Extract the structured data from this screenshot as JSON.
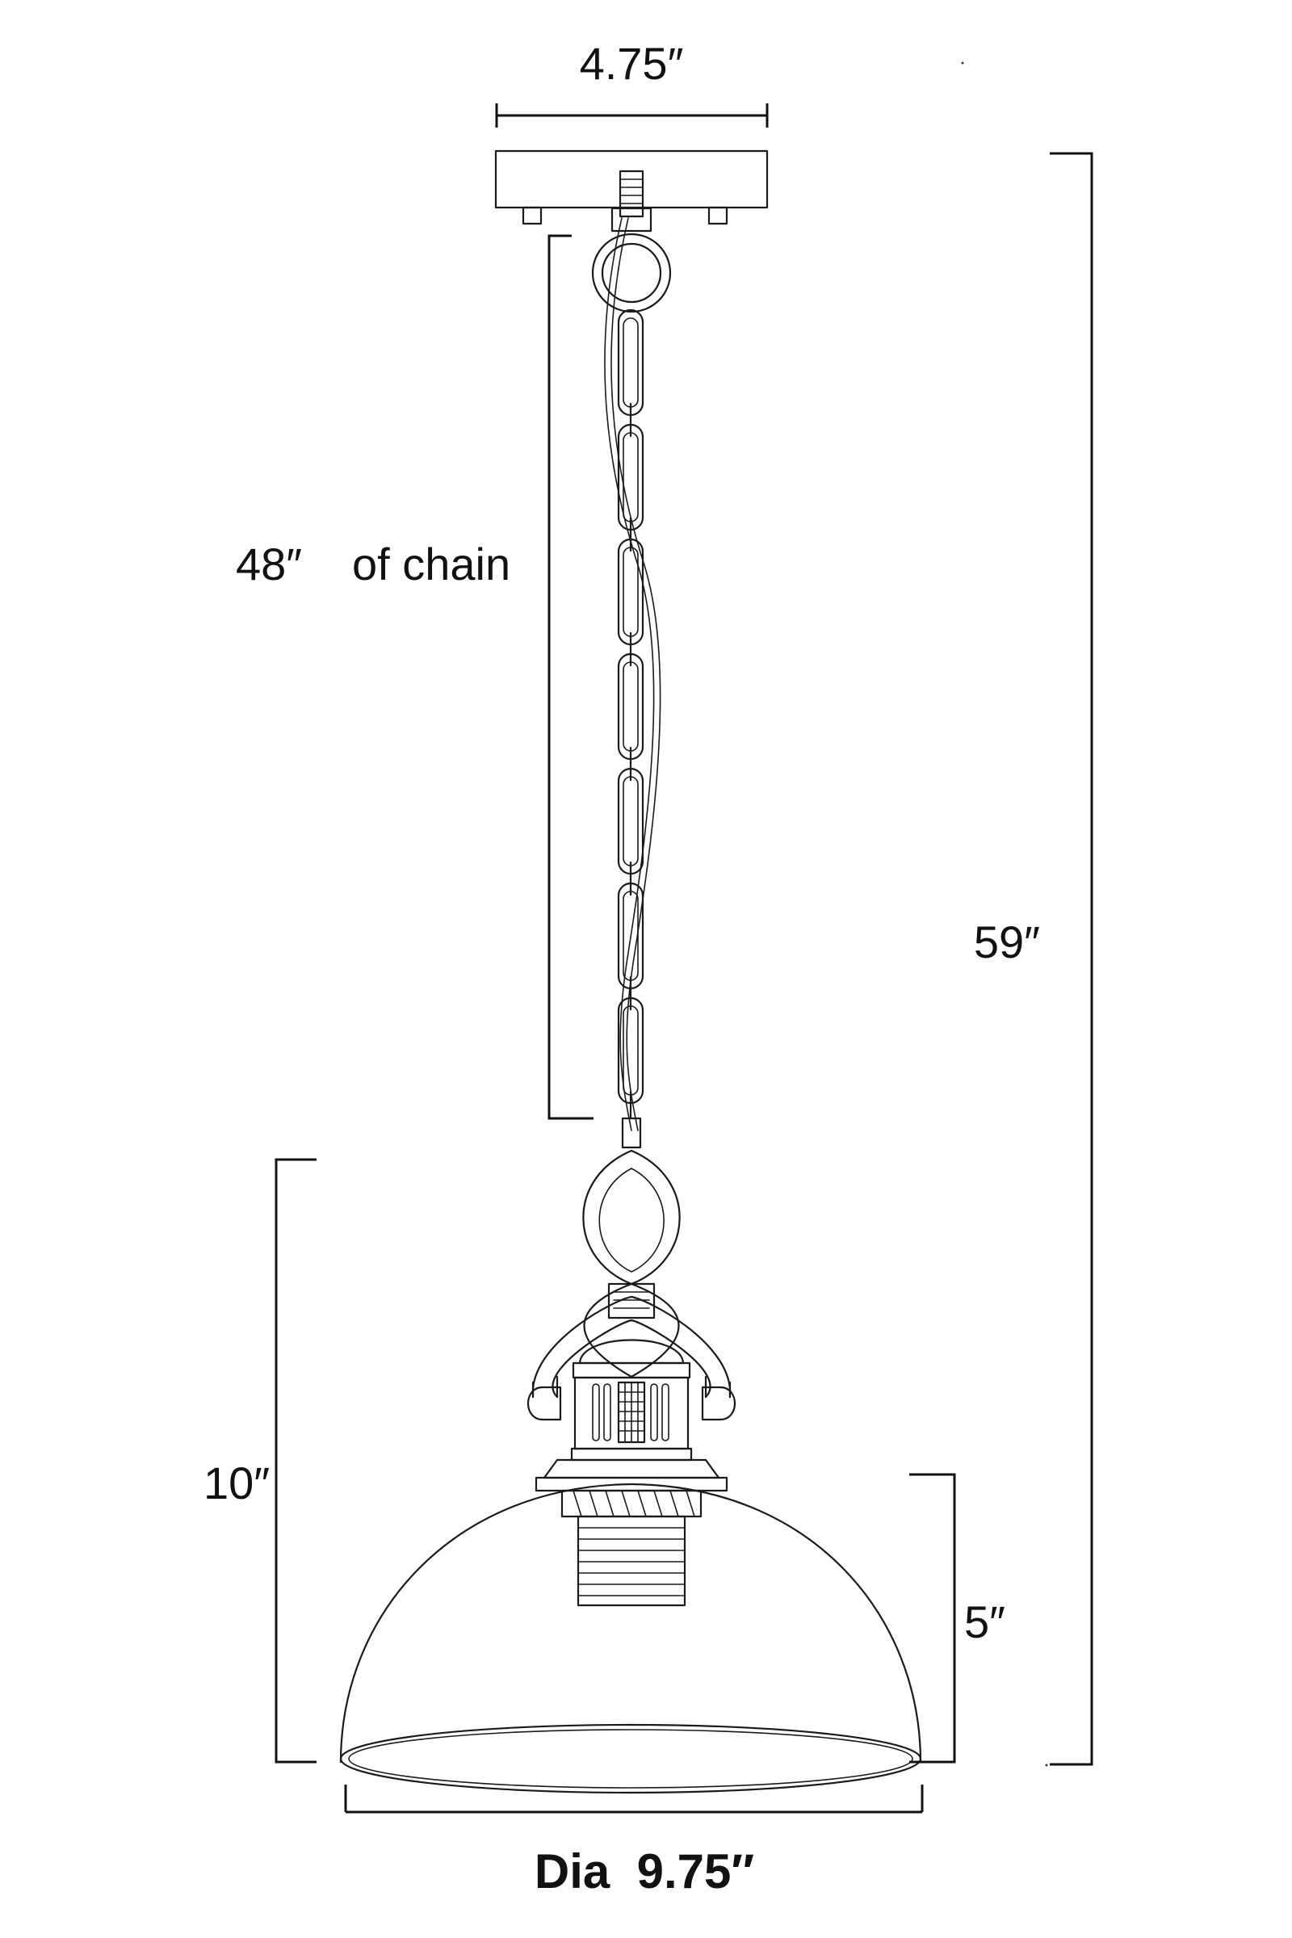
{
  "dimensions": {
    "canopy_width": "4.75″",
    "chain_length_value": "48″",
    "chain_length_text": "of chain",
    "overall_height": "59″",
    "fixture_height": "10″",
    "shade_height": "5″",
    "shade_diameter": "Dia  9.75″"
  },
  "colors": {
    "line": "#1a1a1a",
    "background": "#ffffff"
  }
}
